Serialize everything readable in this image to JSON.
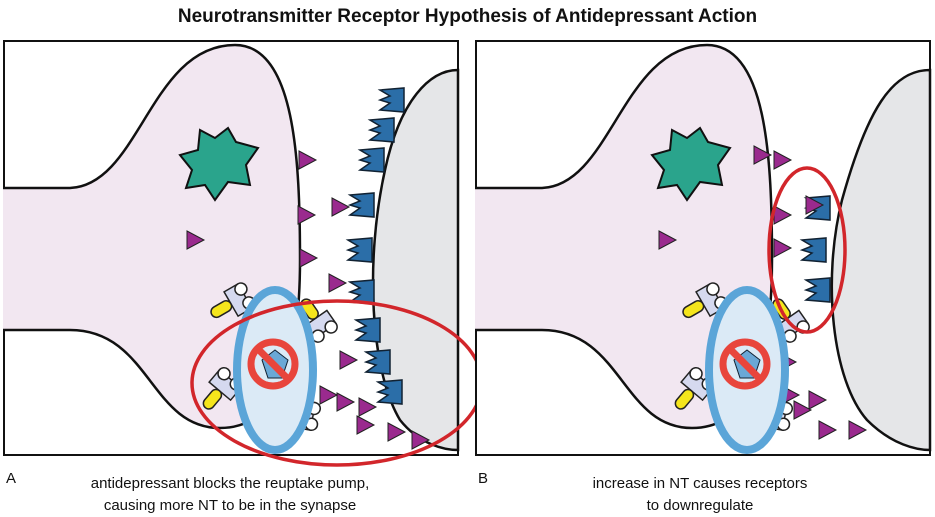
{
  "title": "Neurotransmitter Receptor Hypothesis of Antidepressant Action",
  "panels": [
    {
      "label": "A",
      "caption_line1": "antidepressant blocks the reuptake pump,",
      "caption_line2": "causing more NT to be in the synapse"
    },
    {
      "label": "B",
      "caption_line1": "increase in NT causes receptors",
      "caption_line2": "to downregulate"
    }
  ],
  "colors": {
    "presynaptic": "#f2e7f1",
    "postsynaptic": "#e5e6e8",
    "receptor": "#2b6ea8",
    "neurotransmitter": "#9a2a8e",
    "highlight": "#d2262b",
    "transporter": "#5ba5d8",
    "no_sign": "#e8453c",
    "drug": "#f5e51c"
  }
}
